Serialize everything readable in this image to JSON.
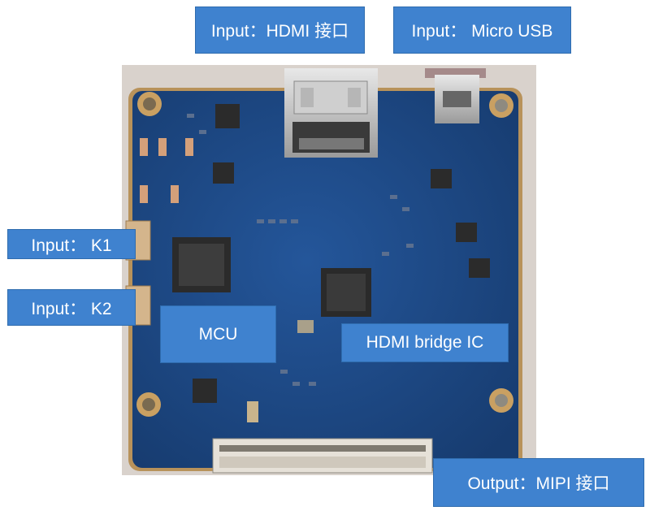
{
  "labels": {
    "hdmi_input": "Input：HDMI 接口",
    "micro_usb_input": "Input： Micro USB",
    "k1_input": "Input： K1",
    "k2_input": "Input： K2",
    "mcu": "MCU",
    "hdmi_bridge_ic": "HDMI bridge IC",
    "mipi_output": "Output：MIPI 接口"
  },
  "colors": {
    "label_fill": "#3f82cf",
    "label_text": "#ffffff",
    "pcb": "#1f4a86",
    "pcb_edge": "#c9a062",
    "background": "#ffffff"
  }
}
